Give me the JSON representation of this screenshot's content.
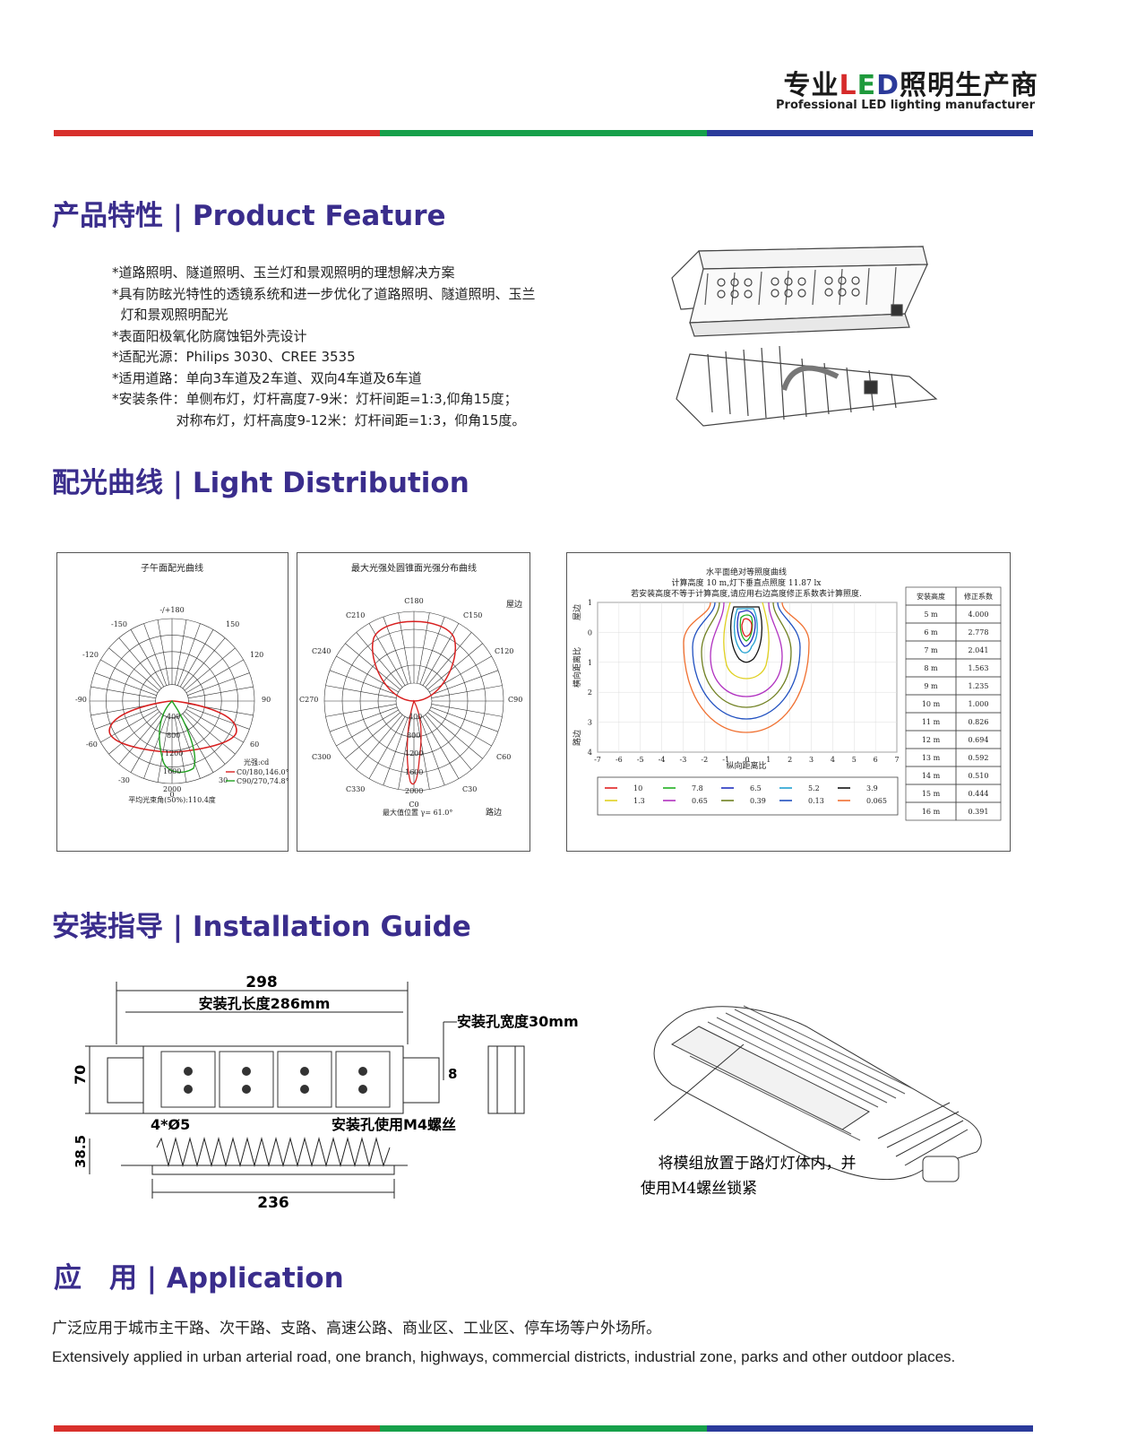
{
  "header": {
    "brand_cn_prefix": "专业",
    "brand_cn_L": "L",
    "brand_cn_E": "E",
    "brand_cn_D": "D",
    "brand_cn_suffix": "照明生产商",
    "brand_en": "Professional LED lighting manufacturer"
  },
  "colors": {
    "red": "#d8302c",
    "green": "#16a04a",
    "blue": "#2b3b9b",
    "title": "#3a2d8c"
  },
  "sections": {
    "feature_title": "产品特性 | Product Feature",
    "distribution_title": "配光曲线 | Light Distribution",
    "install_title": "安装指导 | Installation Guide",
    "application_title": "应　用 | Application"
  },
  "features": [
    "*道路照明、隧道照明、玉兰灯和景观照明的理想解决方案",
    "*具有防眩光特性的透镜系统和进一步优化了道路照明、隧道照明、玉兰",
    "  灯和景观照明配光",
    "*表面阳极氧化防腐蚀铝外壳设计",
    "*适配光源：Philips 3030、CREE 3535",
    "*适用道路：单向3车道及2车道、双向4车道及6车道",
    "*安装条件：单侧布灯，灯杆高度7-9米：灯杆间距=1:3,仰角15度；",
    "               对称布灯，灯杆高度9-12米：灯杆间距=1:3，仰角15度。"
  ],
  "polar1": {
    "title": "子午面配光曲线",
    "angles": [
      "-/+180",
      "150",
      "120",
      "90",
      "60",
      "30",
      "0",
      "-30",
      "-60",
      "-90",
      "-120",
      "-150"
    ],
    "radial": [
      "400",
      "800",
      "1200",
      "1600",
      "2000"
    ],
    "legend_head": "光强:cd",
    "legend_c0": "C0/180,146.0°",
    "legend_c90": "C90/270,74.8°",
    "footer": "平均光束角(50%):110.4度"
  },
  "polar2": {
    "title": "最大光强处圆锥面光强分布曲线",
    "angles": [
      "C180",
      "C150",
      "C120",
      "C90",
      "C60",
      "C30",
      "C0",
      "C330",
      "C300",
      "C270",
      "C240",
      "C210"
    ],
    "radial": [
      "400",
      "800",
      "1200",
      "1600",
      "2000"
    ],
    "house_side": "屋边",
    "road_side": "路边",
    "footer": "最大值位置 γ= 61.0°"
  },
  "isolux": {
    "title1": "水平面绝对等照度曲线",
    "title2": "计算高度 10 m,灯下垂直点照度   11.87 lx",
    "title3": "若安装高度不等于计算高度,请应用右边高度修正系数表计算照度.",
    "ylabel": "横向距离比",
    "y_house": "屋边",
    "y_road": "路边",
    "xlabel": "纵向距离比",
    "xticks": [
      "-7",
      "-6",
      "-5",
      "-4",
      "-3",
      "-2",
      "-1",
      "0",
      "1",
      "2",
      "3",
      "4",
      "5",
      "6",
      "7"
    ],
    "yticks": [
      "1",
      "0",
      "1",
      "2",
      "3",
      "4"
    ],
    "legend": [
      {
        "value": "10",
        "color": "#e02020"
      },
      {
        "value": "7.8",
        "color": "#20b020"
      },
      {
        "value": "6.5",
        "color": "#2030c0"
      },
      {
        "value": "5.2",
        "color": "#20a0d0"
      },
      {
        "value": "3.9",
        "color": "#111111"
      },
      {
        "value": "1.3",
        "color": "#e0d020"
      },
      {
        "value": "0.65",
        "color": "#b030c0"
      },
      {
        "value": "0.39",
        "color": "#708020"
      },
      {
        "value": "0.13",
        "color": "#2050c0"
      },
      {
        "value": "0.065",
        "color": "#f07030"
      }
    ],
    "table_head": [
      "安装高度",
      "修正系数"
    ],
    "table_rows": [
      [
        "5 m",
        "4.000"
      ],
      [
        "6 m",
        "2.778"
      ],
      [
        "7 m",
        "2.041"
      ],
      [
        "8 m",
        "1.563"
      ],
      [
        "9 m",
        "1.235"
      ],
      [
        "10 m",
        "1.000"
      ],
      [
        "11 m",
        "0.826"
      ],
      [
        "12 m",
        "0.694"
      ],
      [
        "13 m",
        "0.592"
      ],
      [
        "14 m",
        "0.510"
      ],
      [
        "15 m",
        "0.444"
      ],
      [
        "16 m",
        "0.391"
      ]
    ]
  },
  "install": {
    "dim_298": "298",
    "hole_length": "安装孔长度286mm",
    "hole_width": "安装孔宽度30mm",
    "dim_70": "70",
    "dim_8": "8",
    "hole_dia": "4*Ø5",
    "screw_note": "安装孔使用M4螺丝",
    "dim_385": "38.5",
    "dim_236": "236",
    "assembly_note1": "将模组放置于路灯灯体内，并",
    "assembly_note2": "使用M4螺丝锁紧"
  },
  "application": {
    "cn": "广泛应用于城市主干路、次干路、支路、高速公路、商业区、工业区、停车场等户外场所。",
    "en": "Extensively applied in urban arterial road, one branch, highways, commercial districts, industrial zone, parks and other outdoor places."
  }
}
